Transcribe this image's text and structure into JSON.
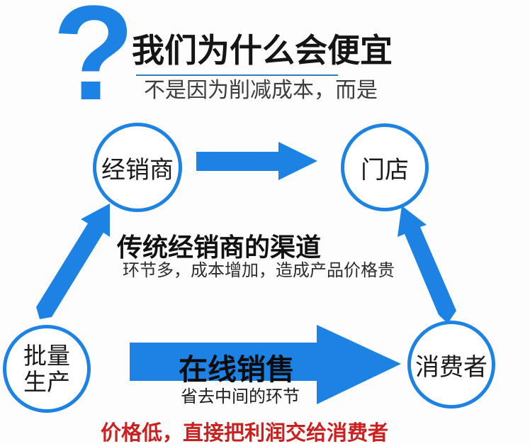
{
  "colors": {
    "accent_blue": "#1c82e4",
    "underline_blue": "#2e80b8",
    "ink": "#151515",
    "subtitle_gray": "#3d3d3d",
    "highlight_red": "#c92120",
    "background": "#fdfdfd"
  },
  "header": {
    "question_mark": "?",
    "title": "我们为什么会便宜",
    "subtitle": "不是因为削减成本，而是"
  },
  "flow": {
    "distributor_label": "经销商",
    "store_label": "门店",
    "batch_line1": "批量",
    "batch_line2": "生产",
    "consumer_label": "消费者"
  },
  "traditional_channel": {
    "heading": "传统经销商的渠道",
    "description": "环节多，成本增加，造成产品价格贵"
  },
  "online_channel": {
    "arrow_label": "在线销售",
    "arrow_subtext": "省去中间的环节"
  },
  "footer": {
    "highlight": "价格低，直接把利润交给消费者"
  }
}
